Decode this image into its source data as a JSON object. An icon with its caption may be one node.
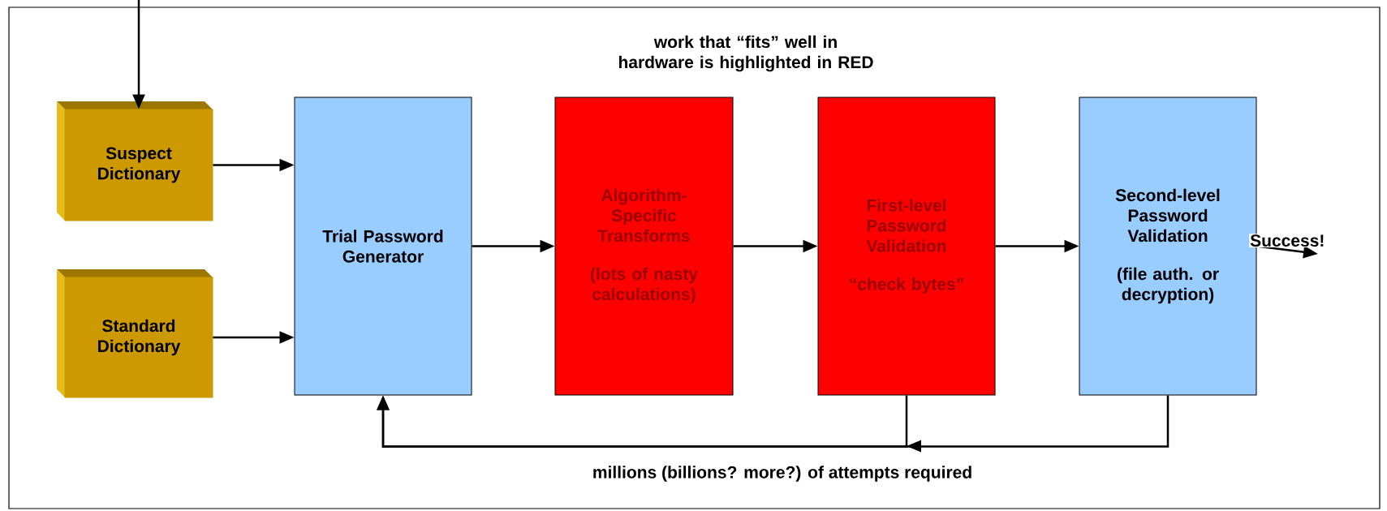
{
  "diagram": {
    "nodes": [
      {
        "text": [
          "Suspect Dictionary"
        ]
      },
      {
        "text": [
          "Standard Dictionary"
        ]
      },
      {
        "text": [
          "Trial Password Generator"
        ]
      },
      {
        "text": [
          "Algorithm-Specific Transforms",
          "(lots of nasty calculations)"
        ]
      },
      {
        "text": [
          "First-level Password Validation",
          "“check bytes”"
        ]
      },
      {
        "text": [
          "Second-level Password Validation",
          "(file auth. or decryption)"
        ]
      }
    ],
    "edges": [
      {
        "from": null,
        "to": 0,
        "arrow": "to"
      },
      {
        "from": 0,
        "to": 2,
        "arrow": "to"
      },
      {
        "from": 1,
        "to": 2,
        "arrow": "to"
      },
      {
        "from": 2,
        "to": 3,
        "arrow": "to"
      },
      {
        "from": 3,
        "to": 4,
        "arrow": "to"
      },
      {
        "from": 4,
        "to": 5,
        "arrow": "to"
      },
      {
        "from": 5,
        "to": null,
        "arrow": "to",
        "label": "Success!"
      },
      {
        "from": 4,
        "to": 2,
        "arrow": "to"
      },
      {
        "from": 5,
        "to": 2,
        "arrow": "to"
      }
    ],
    "labels": [
      "work that “fits” well in hardware is highlighted in RED",
      "millions (billions? more?) of attempts required"
    ]
  }
}
